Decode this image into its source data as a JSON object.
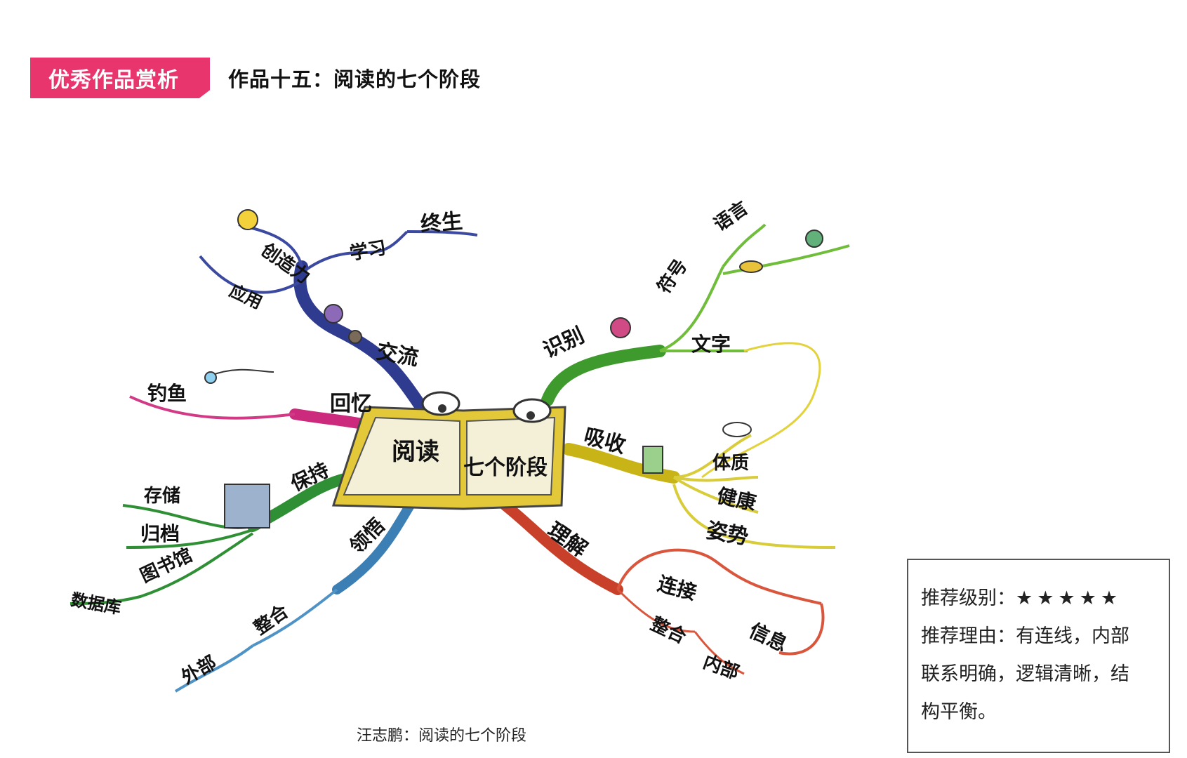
{
  "header": {
    "tag": "优秀作品赏析",
    "title": "作品十五：阅读的七个阶段"
  },
  "mindmap": {
    "center": {
      "line1": "阅读",
      "line2": "七个阶段"
    },
    "branches": [
      {
        "label": "识别",
        "children": [
          "符号",
          "文字",
          "语言"
        ]
      },
      {
        "label": "吸收",
        "children": [
          "体质",
          "健康",
          "姿势"
        ]
      },
      {
        "label": "理解",
        "children": [
          "连接",
          "整合",
          "信息",
          "内部"
        ]
      },
      {
        "label": "领悟",
        "children": [
          "整合",
          "外部"
        ]
      },
      {
        "label": "保持",
        "children": [
          "存储",
          "归档",
          "图书馆",
          "数据库"
        ]
      },
      {
        "label": "回忆",
        "children": [
          "钓鱼"
        ]
      },
      {
        "label": "交流",
        "children": [
          "创造力",
          "应用",
          "学习",
          "终生"
        ]
      }
    ],
    "colors": {
      "recognize": "#3f9a2d",
      "absorb": "#c9b417",
      "understand": "#c9402a",
      "comprehend": "#3c7fb4",
      "retain": "#2f8f35",
      "recall": "#cc2a7d",
      "communicate": "#2f3b8f"
    }
  },
  "caption": "汪志鹏：阅读的七个阶段",
  "recommendation": {
    "level_label": "推荐级别：",
    "stars": "★★★★★",
    "reason_line1": "推荐理由：有连线，内部",
    "reason_line2": "联系明确，逻辑清晰，结",
    "reason_line3": "构平衡。"
  }
}
